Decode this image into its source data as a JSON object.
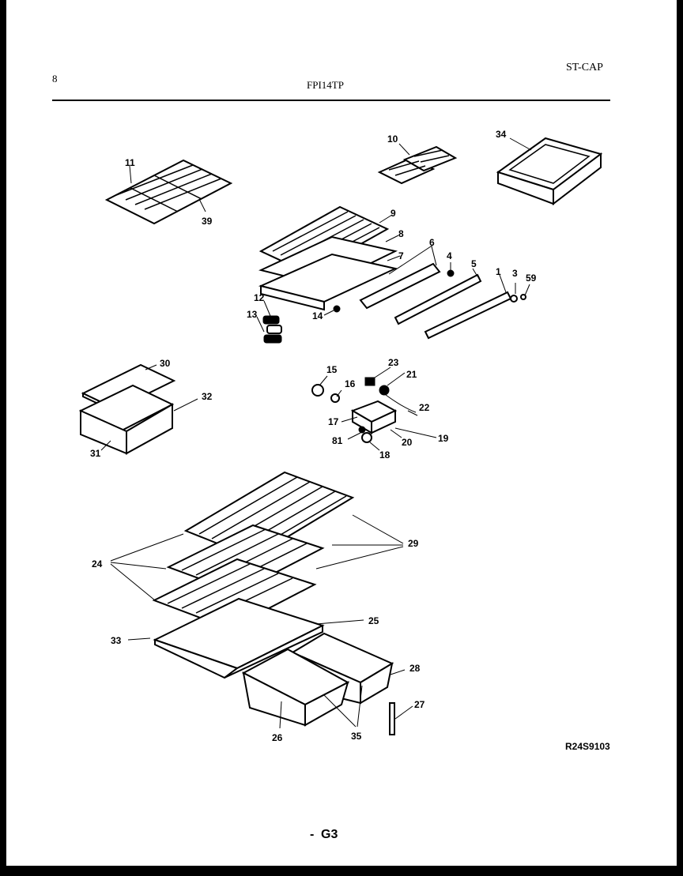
{
  "header": {
    "left_mark": "8",
    "model": "FPI14TP",
    "code": "ST-CAP"
  },
  "footer": {
    "ref_code": "R24S9103",
    "page_dash": "-",
    "page": "G3"
  },
  "callouts": {
    "c1": "1",
    "c3": "3",
    "c4": "4",
    "c5": "5",
    "c6": "6",
    "c7": "7",
    "c8": "8",
    "c9": "9",
    "c10": "10",
    "c11": "11",
    "c12": "12",
    "c13": "13",
    "c14": "14",
    "c15": "15",
    "c16": "16",
    "c17": "17",
    "c18": "18",
    "c19": "19",
    "c20": "20",
    "c21": "21",
    "c22": "22",
    "c23": "23",
    "c24": "24",
    "c25": "25",
    "c26": "26",
    "c27": "27",
    "c28": "28",
    "c29": "29",
    "c30": "30",
    "c31": "31",
    "c32": "32",
    "c33": "33",
    "c34": "34",
    "c35": "35",
    "c39": "39",
    "c59": "59",
    "c81": "81"
  }
}
